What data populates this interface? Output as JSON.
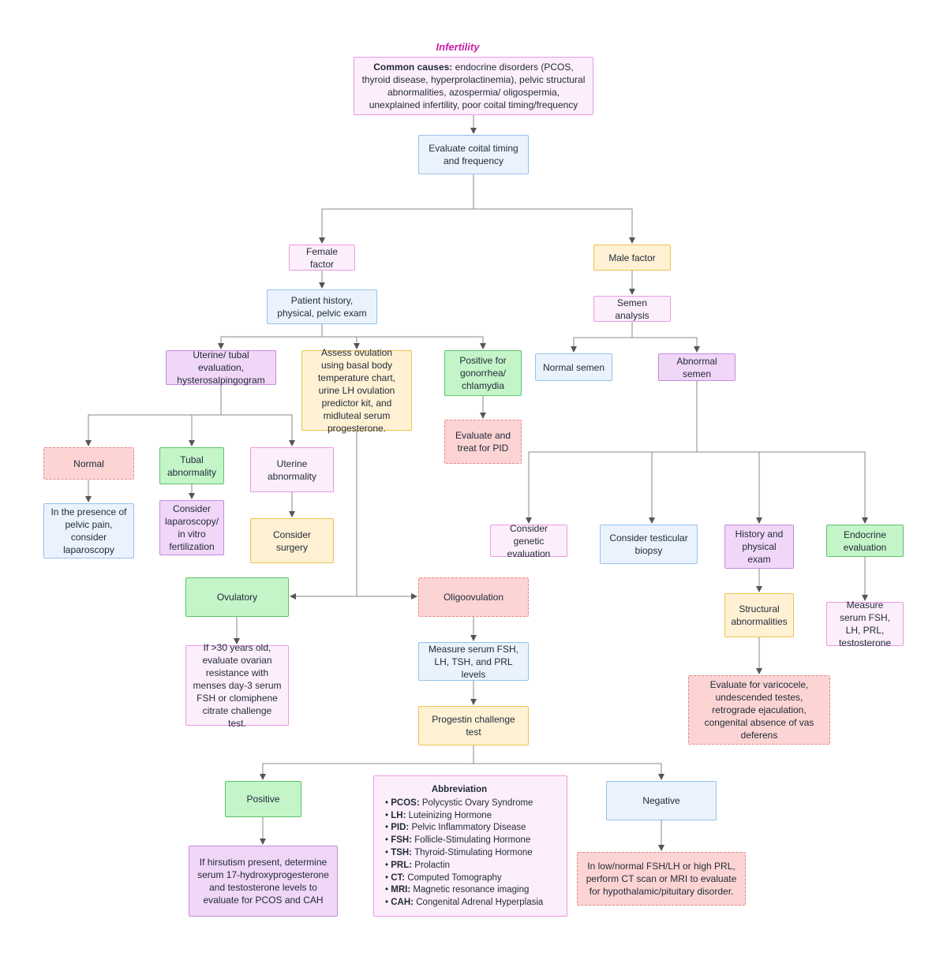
{
  "title": "Infertility",
  "causes": {
    "label": "Common causes:",
    "text": "endocrine disorders (PCOS, thyroid disease, hyperprolactinemia), pelvic structural abnormalities, azospermia/ oligospermia, unexplained infertility, poor coital timing/frequency"
  },
  "nodes": {
    "coital": "Evaluate coital timing and frequency",
    "female": "Female factor",
    "male": "Male factor",
    "history": "Patient history, physical, pelvic exam",
    "uterine_tubal": "Uterine/ tubal evaluation, hysterosalpingogram",
    "ovulation": "Assess ovulation using basal body temperature chart, urine LH ovulation predictor kit, and midluteal serum progesterone.",
    "gonorrhea": "Positive for gonorrhea/ chlamydia",
    "pid": "Evaluate and treat for PID",
    "semen": "Semen analysis",
    "normal_semen": "Normal semen",
    "abnormal_semen": "Abnormal semen",
    "normal": "Normal",
    "tubal": "Tubal abnormality",
    "uterine_abn": "Uterine abnormality",
    "pelvic_pain": "In the presence of pelvic pain, consider laparoscopy",
    "lap_ivf": "Consider laparoscopy/ in vitro fertilization",
    "surgery": "Consider surgery",
    "genetic": "Consider genetic evaluation",
    "biopsy": "Consider testicular biopsy",
    "hist_phys": "History and physical exam",
    "endocrine": "Endocrine evaluation",
    "structural": "Structural abnormalities",
    "measure_male": "Measure serum FSH, LH, PRL, testosterone",
    "varicocele": "Evaluate for varicocele, undescended testes, retrograde ejaculation, congenital absence of vas deferens",
    "ovulatory": "Ovulatory",
    "oligo": "Oligoovulation",
    "over30": "If >30 years old, evaluate ovarian resistance with menses day-3 serum FSH or clomiphene citrate challenge test.",
    "measure_fsh": "Measure serum FSH, LH, TSH, and PRL levels",
    "progestin": "Progestin challenge test",
    "positive": "Positive",
    "negative": "Negative",
    "hirsutism": "If hirsutism present, determine serum 17-hydroxyprogesterone and testosterone levels to evaluate for PCOS and CAH",
    "low_normal": "In low/normal FSH/LH or high PRL, perform CT scan or MRI to evaluate for hypothalamic/pituitary disorder."
  },
  "abbreviations": {
    "heading": "Abbreviation",
    "items": [
      {
        "term": "PCOS:",
        "def": "Polycystic Ovary Syndrome"
      },
      {
        "term": "LH:",
        "def": "Luteinizing Hormone"
      },
      {
        "term": "PID:",
        "def": "Pelvic Inflammatory Disease"
      },
      {
        "term": "FSH:",
        "def": "Follicle-Stimulating Hormone"
      },
      {
        "term": "TSH:",
        "def": "Thyroid-Stimulating Hormone"
      },
      {
        "term": "PRL:",
        "def": "Prolactin"
      },
      {
        "term": "CT:",
        "def": "Computed Tomography"
      },
      {
        "term": "MRI:",
        "def": "Magnetic resonance imaging"
      },
      {
        "term": "CAH:",
        "def": "Congenital Adrenal Hyperplasia"
      }
    ]
  }
}
